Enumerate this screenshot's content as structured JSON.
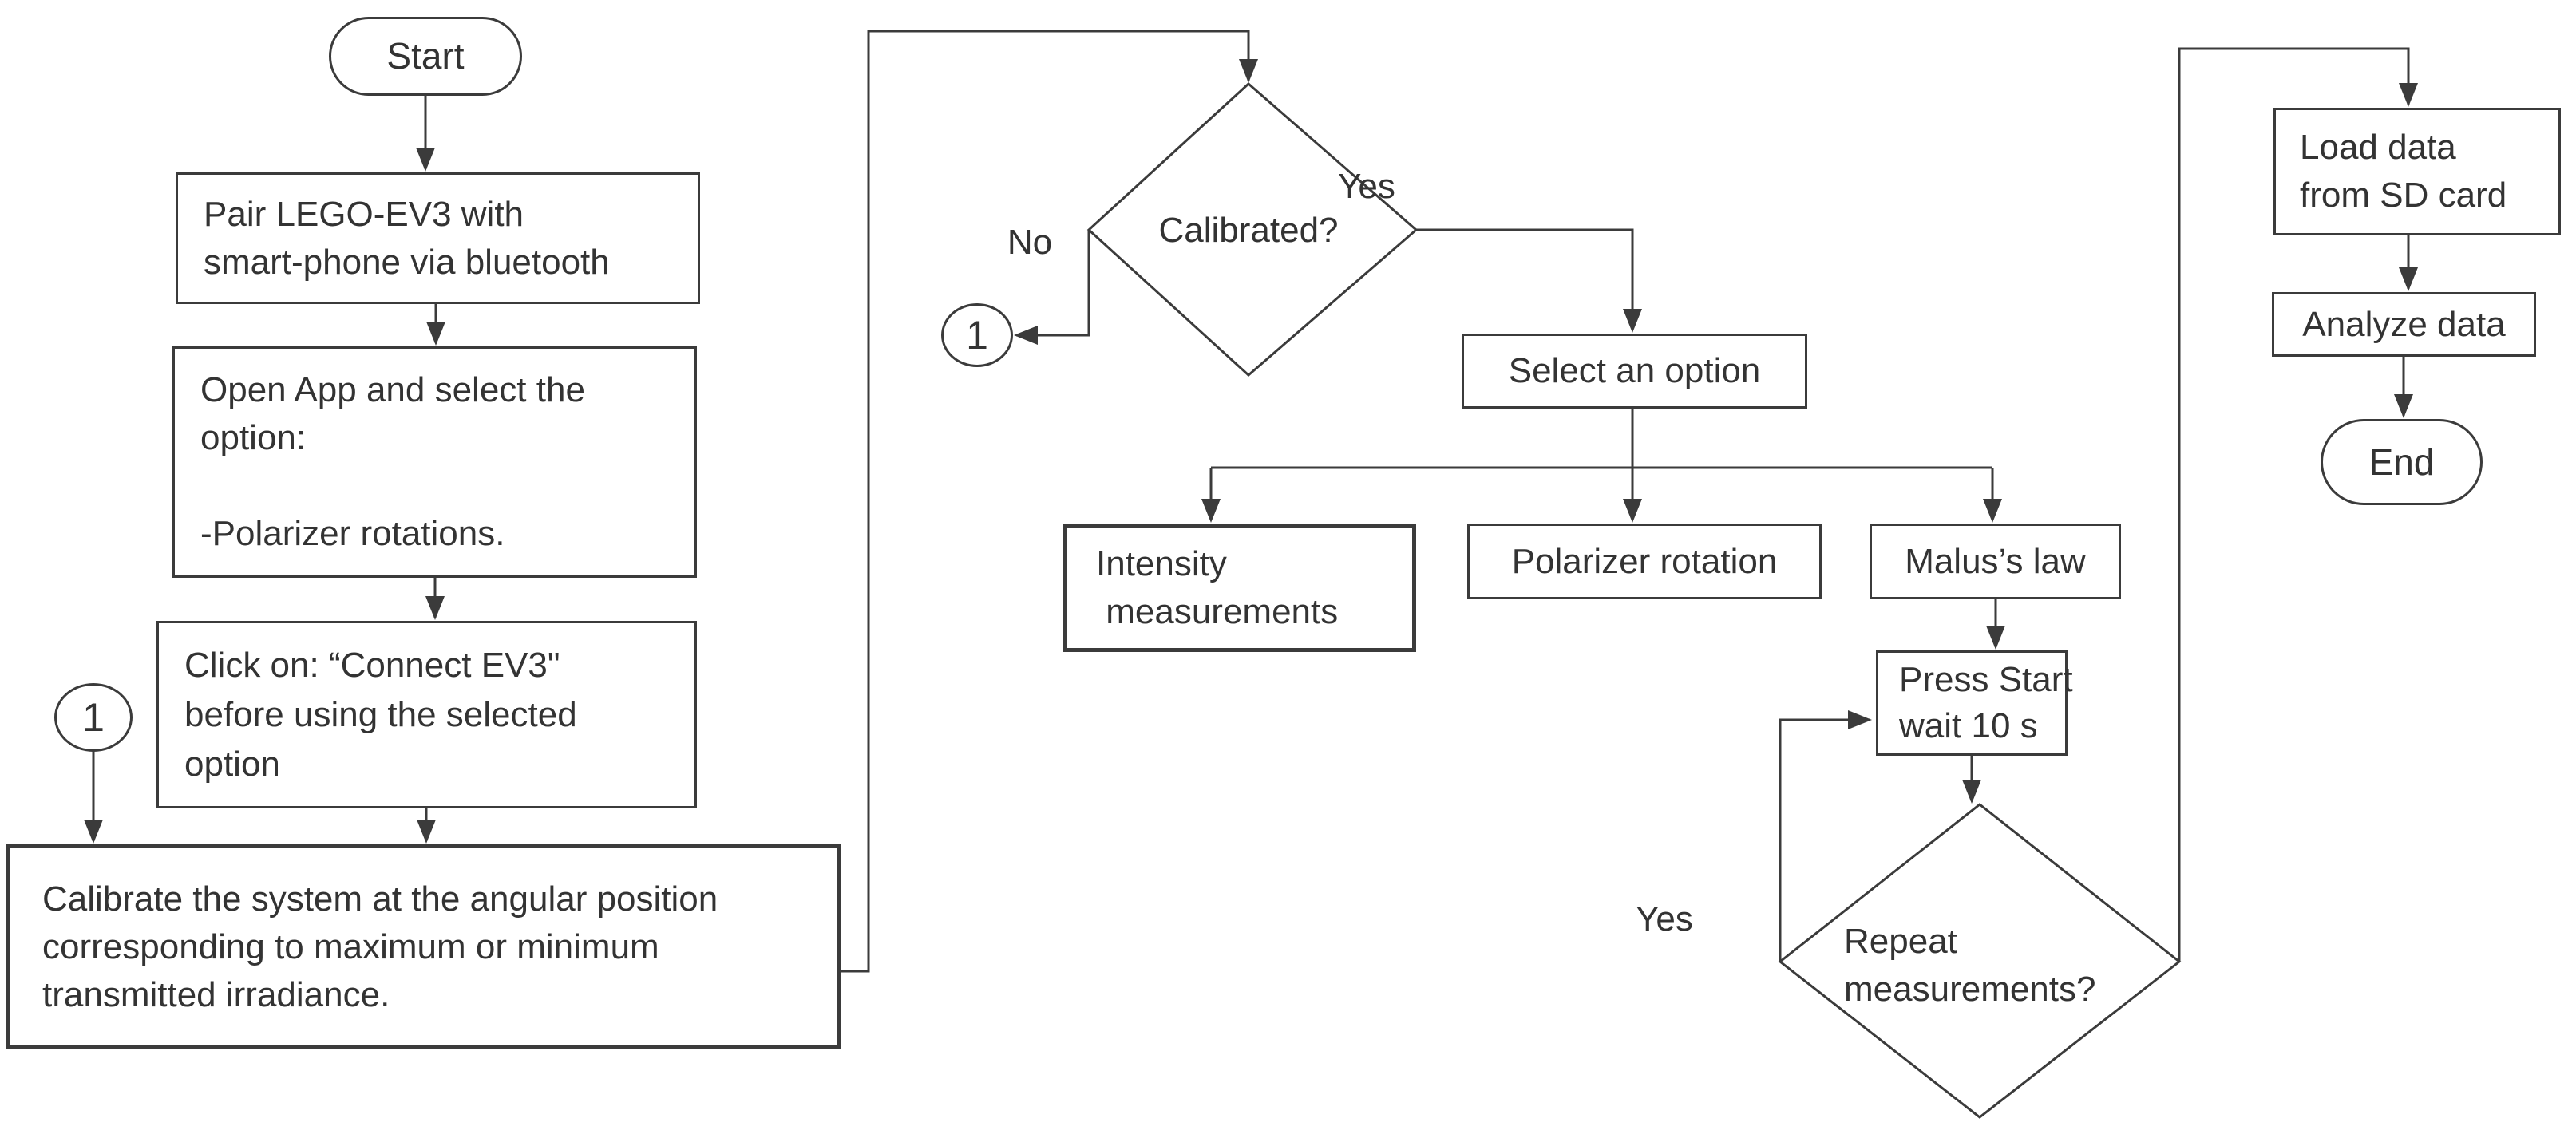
{
  "figure": {
    "type": "flowchart",
    "background_color": "#ffffff",
    "line_color": "#3b3b3b",
    "text_color": "#333333"
  },
  "nodes": {
    "start": {
      "label": "Start",
      "shape": "stadium"
    },
    "pair": {
      "label": "Pair LEGO-EV3 with\nsmart-phone via bluetooth",
      "shape": "rect"
    },
    "open_app": {
      "label": "Open App and select the\noption:\n\n-Polarizer rotations.",
      "shape": "rect"
    },
    "click_connect": {
      "label": "Click on: “Connect EV3\"\nbefore using the selected\noption",
      "shape": "rect"
    },
    "connector1_left": {
      "label": "1",
      "shape": "circle"
    },
    "calibrate": {
      "label": "Calibrate the system at the angular position\ncorresponding to maximum or minimum\ntransmitted irradiance.",
      "shape": "rect"
    },
    "calibrated": {
      "label": "Calibrated?",
      "shape": "diamond"
    },
    "connector1_mid": {
      "label": "1",
      "shape": "circle"
    },
    "select_option": {
      "label": "Select an option",
      "shape": "rect"
    },
    "intensity": {
      "label": "Intensity\n measurements",
      "shape": "rect"
    },
    "polarizer": {
      "label": "Polarizer rotation",
      "shape": "rect"
    },
    "malus": {
      "label": "Malus’s law",
      "shape": "rect"
    },
    "press_start": {
      "label": "Press Start\nwait 10 s",
      "shape": "rect"
    },
    "repeat": {
      "label": "Repeat\nmeasurements?",
      "shape": "diamond"
    },
    "load_data": {
      "label": "Load data\nfrom SD card",
      "shape": "rect"
    },
    "analyze": {
      "label": "Analyze data",
      "shape": "rect"
    },
    "end": {
      "label": "End",
      "shape": "stadium"
    }
  },
  "edge_labels": {
    "no_calibrated": "No",
    "yes_calibrated": "Yes",
    "yes_repeat": "Yes"
  }
}
